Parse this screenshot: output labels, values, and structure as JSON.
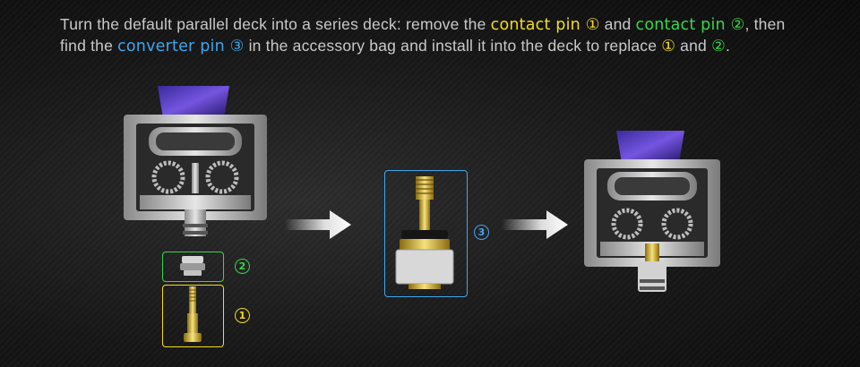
{
  "caption": {
    "line1": {
      "part1": "Turn the default parallel deck into a series deck: remove the ",
      "hl1": "contact pin ①",
      "part2": " and ",
      "hl2": "contact pin ②",
      "part3": ", then"
    },
    "line2": {
      "part1": "find the ",
      "hl1": "converter pin ③",
      "part2": " in the accessory bag and install it into the deck to replace ",
      "hl2": "①",
      "part3": " and ",
      "hl3": "②",
      "part4": "."
    }
  },
  "labels": {
    "green_marker": "2",
    "yellow_marker": "1",
    "blue_marker": "3"
  },
  "colors": {
    "yellow": "#f4dc1a",
    "green": "#38d64a",
    "blue": "#3fa6ee"
  },
  "icons": [
    "arrow-right-icon",
    "arrow-right-icon"
  ]
}
